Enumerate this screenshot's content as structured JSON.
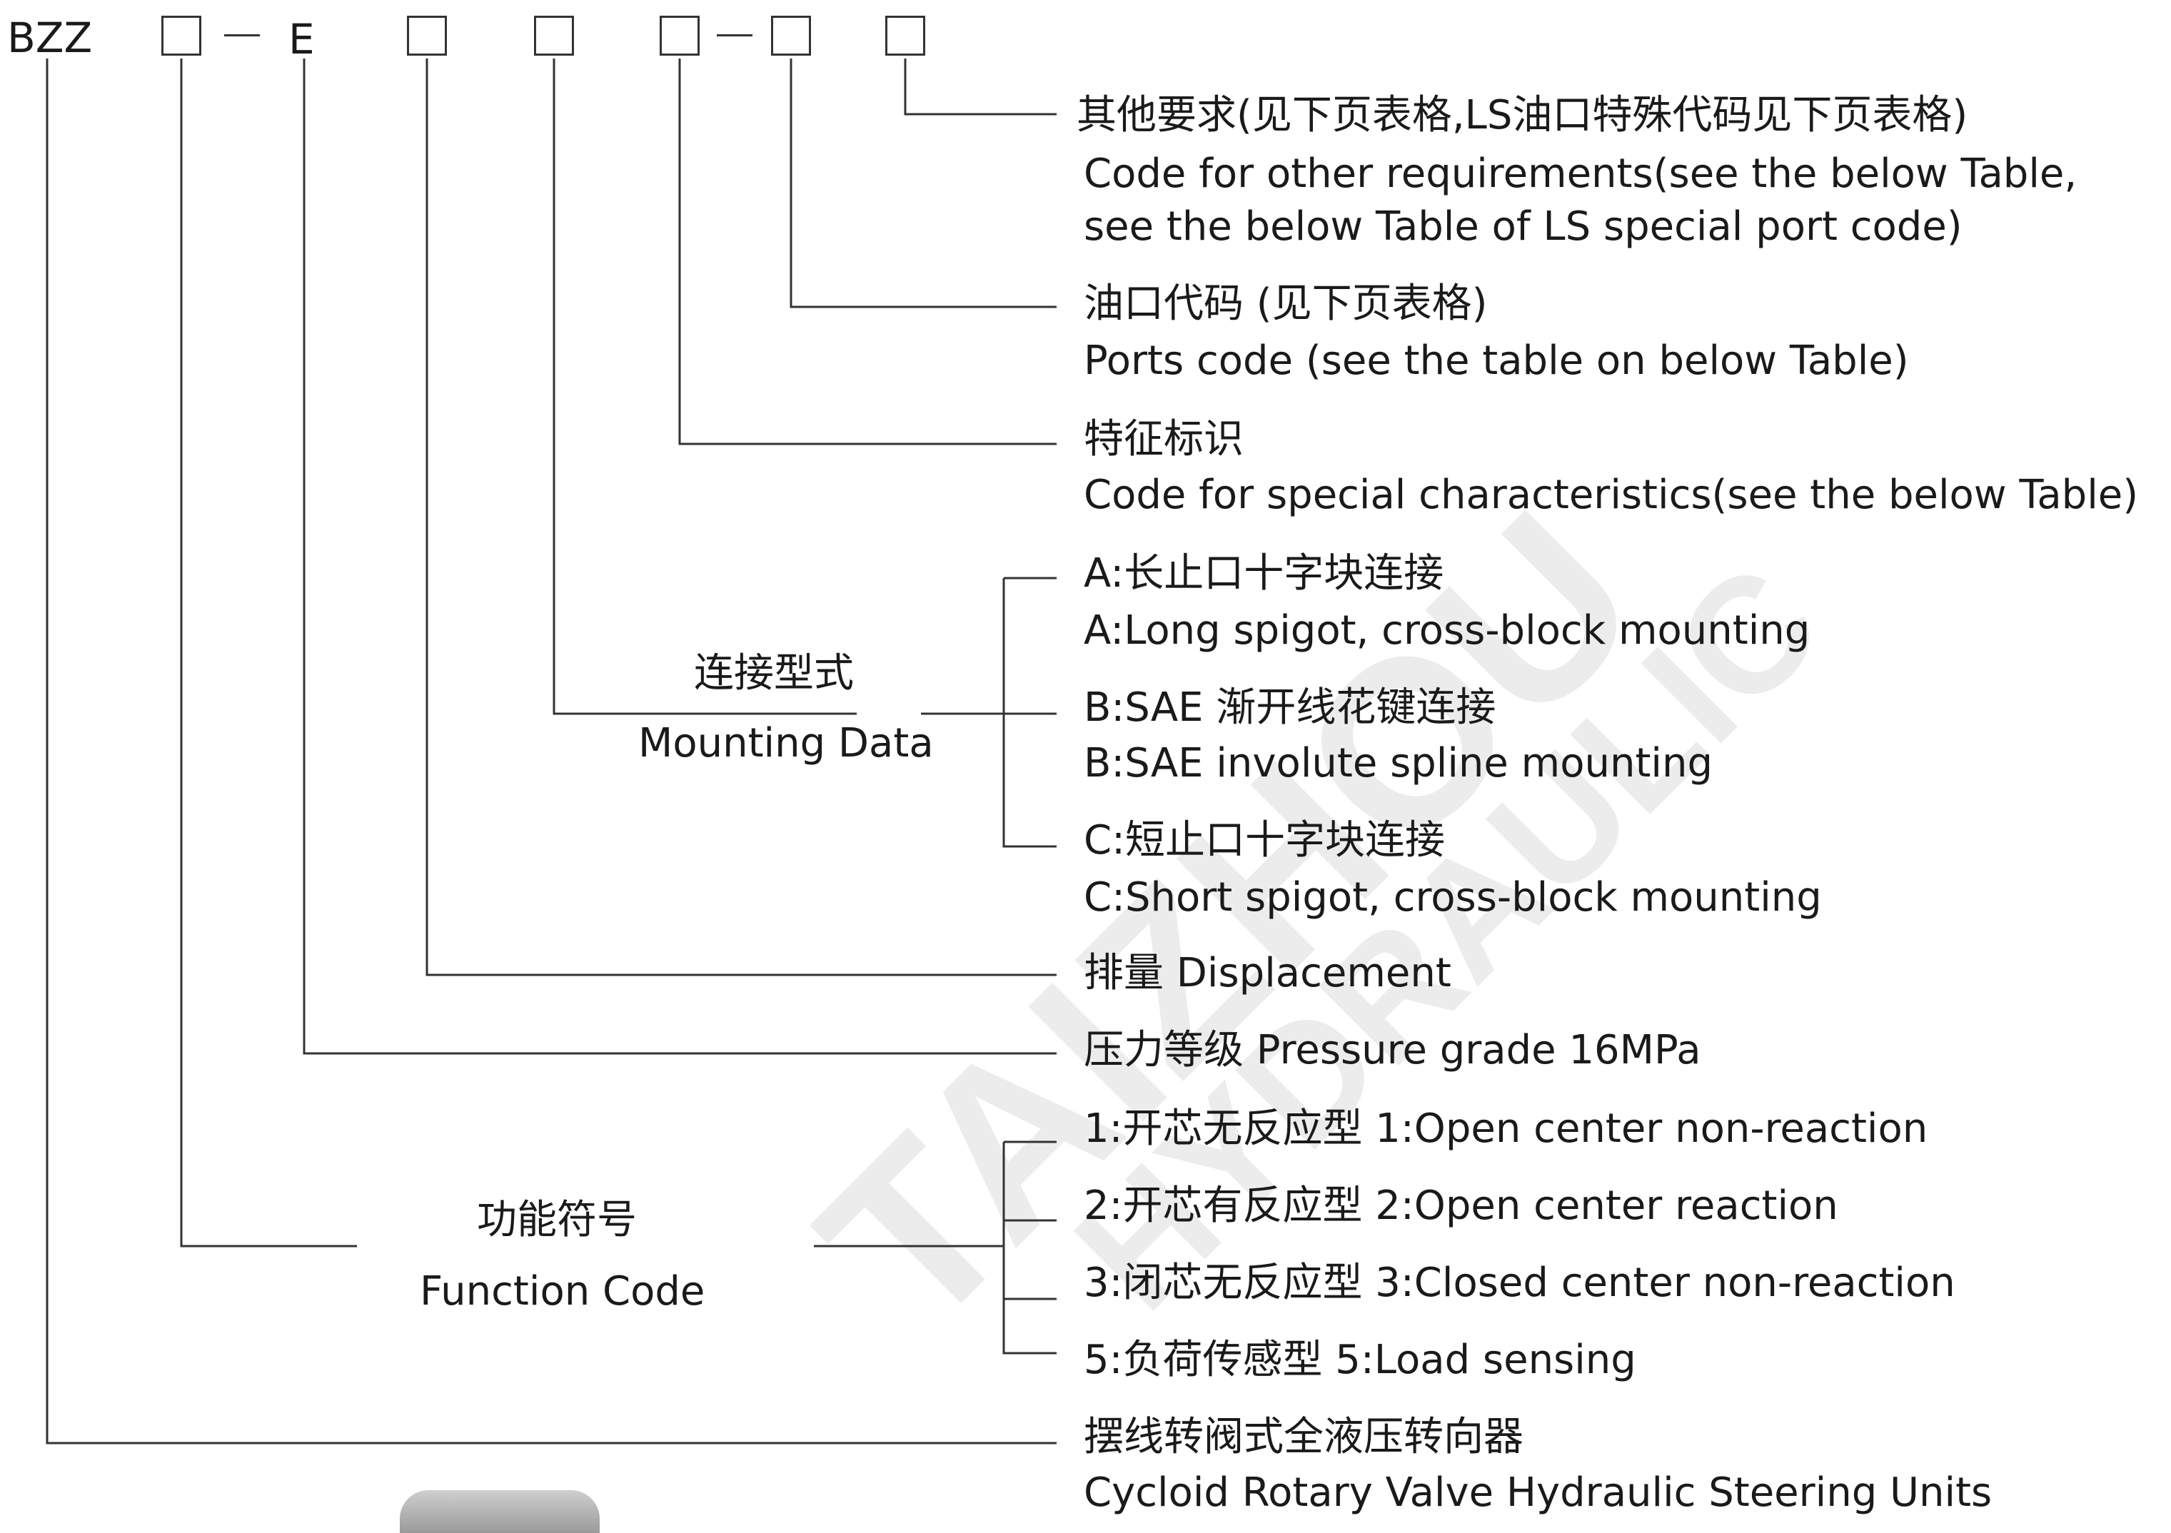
{
  "code": {
    "prefix": "BZZ",
    "pressure_letter": "E"
  },
  "items": {
    "other_req": {
      "cn": "其他要求(见下页表格,LS油口特殊代码见下页表格)",
      "en1": "Code for other requirements(see the below Table,",
      "en2": "see the below Table of LS special port code)"
    },
    "ports": {
      "cn": "油口代码 (见下页表格)",
      "en": "Ports code (see the table on below Table)"
    },
    "characteristics": {
      "cn": "特征标识",
      "en": "Code for special characteristics(see the below Table)"
    },
    "mounting": {
      "label_cn": "连接型式",
      "label_en": "Mounting Data",
      "a_cn": "A:长止口十字块连接",
      "a_en": "A:Long spigot, cross-block mounting",
      "b_cn": "B:SAE 渐开线花键连接",
      "b_en": "B:SAE involute spline mounting",
      "c_cn": "C:短止口十字块连接",
      "c_en": "C:Short spigot, cross-block mounting"
    },
    "displacement": "排量  Displacement",
    "pressure": "压力等级  Pressure grade  16MPa",
    "function": {
      "label_cn": "功能符号",
      "label_en": "Function Code",
      "opt1": "1:开芯无反应型  1:Open  center non-reaction",
      "opt2": "2:开芯有反应型  2:Open  center  reaction",
      "opt3": "3:闭芯无反应型  3:Closed center non-reaction",
      "opt5": "5:负荷传感型  5:Load sensing"
    },
    "product": {
      "cn": "摆线转阀式全液压转向器",
      "en": "Cycloid Rotary Valve Hydraulic Steering Units"
    }
  },
  "watermark": {
    "line1": "TAIZHOU",
    "line2": "HYDRAULIC"
  }
}
